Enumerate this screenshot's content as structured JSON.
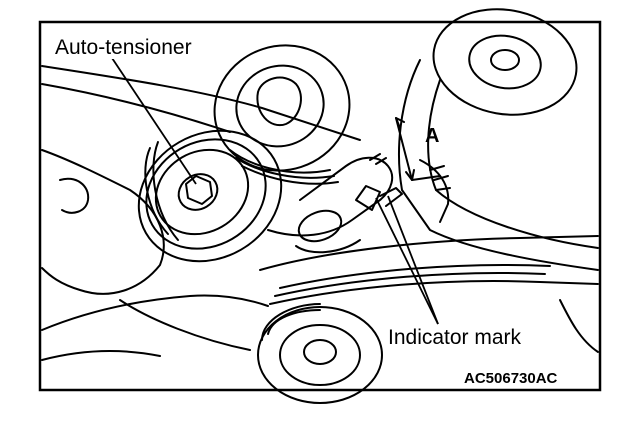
{
  "labels": {
    "auto_tensioner": "Auto-tensioner",
    "indicator_mark": "Indicator mark",
    "dimension": "A",
    "figure_code": "AC506730AC"
  },
  "colors": {
    "line": "#000000",
    "background": "#ffffff"
  }
}
